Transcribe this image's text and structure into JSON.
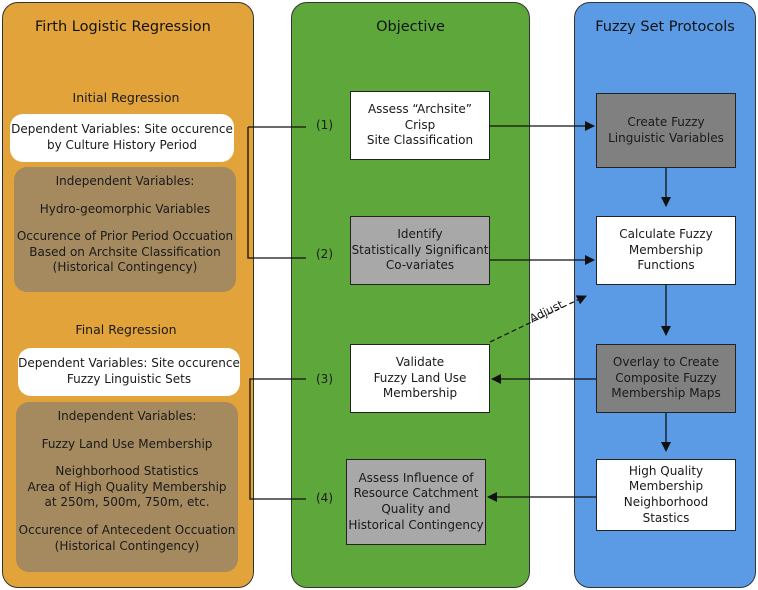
{
  "left": {
    "title": "Firth Logistic Regression",
    "initial_title": "Initial Regression",
    "initial_dependent": [
      "Dependent Variables: Site occurence",
      "by Culture History Period"
    ],
    "initial_independent": {
      "heading": "Independent Variables:",
      "item1": "Hydro-geomorphic Variables",
      "item2": [
        "Occurence of Prior Period Occuation",
        "Based on Archsite Classification",
        "(Historical Contingency)"
      ]
    },
    "final_title": "Final Regression",
    "final_dependent": [
      "Dependent Variables: Site occurence",
      "Fuzzy Linguistic Sets"
    ],
    "final_independent": {
      "heading": "Independent Variables:",
      "item1": "Fuzzy Land Use Membership",
      "item2": [
        "Neighborhood Statistics",
        "Area of High Quality Membership",
        "at 250m, 500m, 750m, etc."
      ],
      "item3": [
        "Occurence of Antecedent Occuation",
        "(Historical Contingency)"
      ]
    }
  },
  "middle": {
    "title": "Objective",
    "steps": [
      {
        "number": "(1)",
        "lines": [
          "Assess “Archsite”",
          "Crisp",
          "Site Classification"
        ]
      },
      {
        "number": "(2)",
        "lines": [
          "Identify",
          "Statistically Significant",
          "Co-variates"
        ]
      },
      {
        "number": "(3)",
        "lines": [
          "Validate",
          "Fuzzy Land Use",
          "Membership"
        ]
      },
      {
        "number": "(4)",
        "lines": [
          "Assess Influence of",
          "Resource Catchment",
          "Quality and",
          "Historical Contingency"
        ]
      }
    ]
  },
  "right": {
    "title": "Fuzzy Set Protocols",
    "steps": [
      {
        "lines": [
          "Create Fuzzy",
          "Linguistic Variables"
        ]
      },
      {
        "lines": [
          "Calculate Fuzzy",
          "Membership",
          "Functions"
        ]
      },
      {
        "lines": [
          "Overlay to Create",
          "Composite Fuzzy",
          "Membership Maps"
        ]
      },
      {
        "lines": [
          "High Quality",
          "Membership",
          "Neighborhood",
          "Stastics"
        ]
      }
    ]
  },
  "adjust_label": "Adjust"
}
